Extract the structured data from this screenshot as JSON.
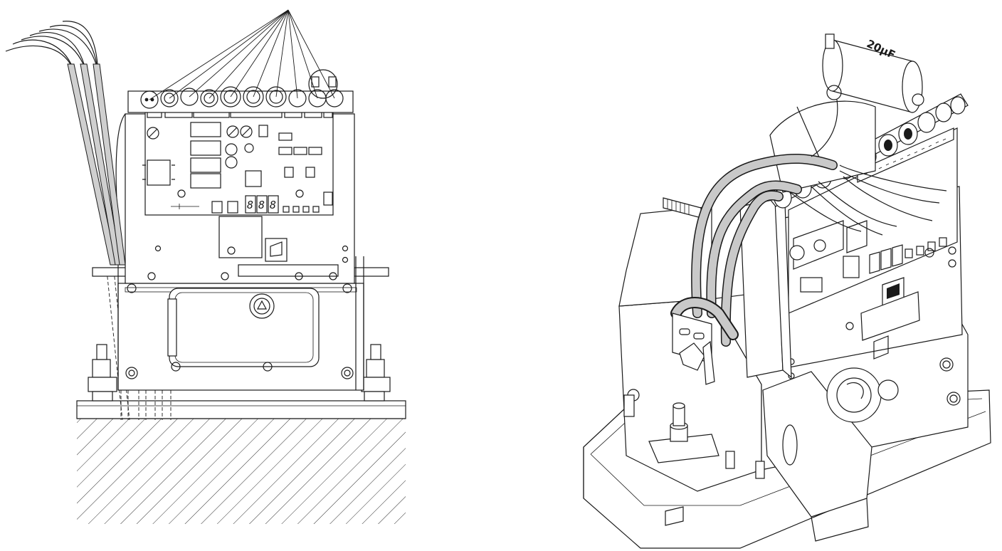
{
  "capacitor_label": "20µF",
  "display_digits": [
    "8",
    "8",
    "8"
  ]
}
